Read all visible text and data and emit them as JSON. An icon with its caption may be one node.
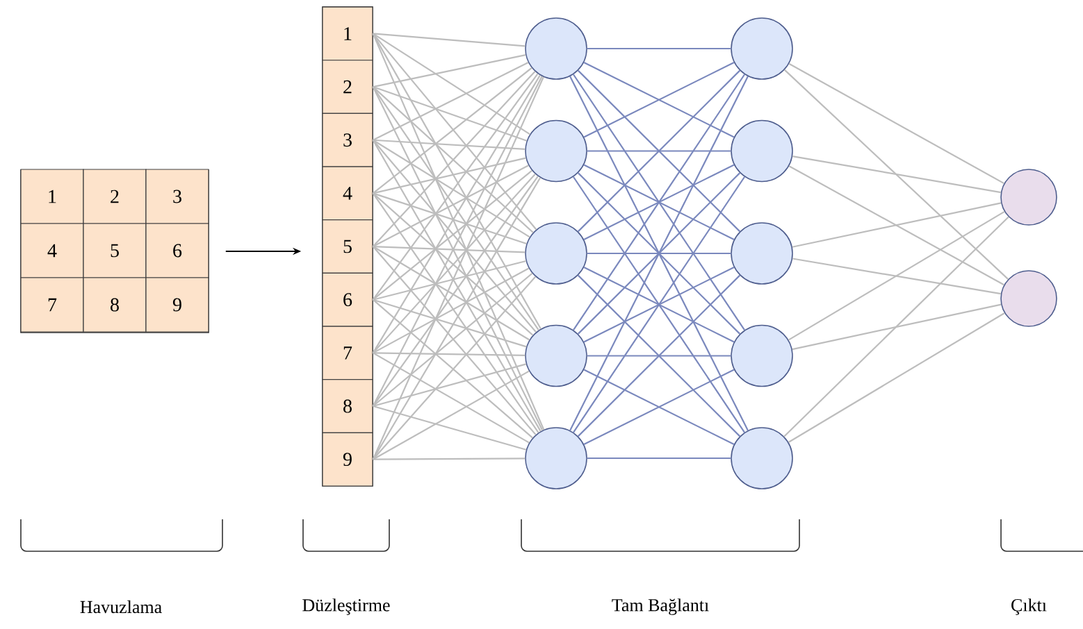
{
  "diagram": {
    "nodes": [
      {
        "text": [],
        "shape": "box"
      },
      {
        "text": [
          "1"
        ],
        "in": 0
      },
      {
        "text": [
          "2"
        ],
        "in": 0
      },
      {
        "text": [
          "3"
        ],
        "in": 0
      },
      {
        "text": [
          "4"
        ],
        "in": 0
      },
      {
        "text": [
          "5"
        ],
        "in": 0
      },
      {
        "text": [
          "6"
        ],
        "in": 0
      },
      {
        "text": [
          "7"
        ],
        "in": 0
      },
      {
        "text": [
          "8"
        ],
        "in": 0
      },
      {
        "text": [
          "9"
        ],
        "in": 0
      },
      {
        "text": [],
        "shape": "bar"
      },
      {
        "text": [
          "1"
        ],
        "in": 10
      },
      {
        "text": [
          "2"
        ],
        "in": 10
      },
      {
        "text": [
          "3"
        ],
        "in": 10
      },
      {
        "text": [
          "4"
        ],
        "in": 10
      },
      {
        "text": [
          "5"
        ],
        "in": 10
      },
      {
        "text": [
          "6"
        ],
        "in": 10
      },
      {
        "text": [
          "7"
        ],
        "in": 10
      },
      {
        "text": [
          "8"
        ],
        "in": 10
      },
      {
        "text": [
          "9"
        ],
        "in": 10
      },
      {
        "text": [],
        "shape": "circle"
      },
      {
        "text": [],
        "shape": "circle"
      },
      {
        "text": [],
        "shape": "circle"
      },
      {
        "text": [],
        "shape": "circle"
      },
      {
        "text": [],
        "shape": "circle"
      },
      {
        "text": [],
        "shape": "circle"
      },
      {
        "text": [],
        "shape": "circle"
      },
      {
        "text": [],
        "shape": "circle"
      },
      {
        "text": [],
        "shape": "circle"
      },
      {
        "text": [],
        "shape": "circle"
      },
      {
        "text": [],
        "shape": "circle"
      },
      {
        "text": [],
        "shape": "circle"
      }
    ],
    "edges": [
      {
        "from": 0,
        "to": 10,
        "arrow": "to",
        "color": "#000000"
      },
      {
        "from": 11,
        "to": 20,
        "arrow": "none"
      },
      {
        "from": 11,
        "to": 21,
        "arrow": "none"
      },
      {
        "from": 11,
        "to": 22,
        "arrow": "none"
      },
      {
        "from": 11,
        "to": 23,
        "arrow": "none"
      },
      {
        "from": 11,
        "to": 24,
        "arrow": "none"
      },
      {
        "from": 12,
        "to": 20,
        "arrow": "none"
      },
      {
        "from": 12,
        "to": 21,
        "arrow": "none"
      },
      {
        "from": 12,
        "to": 22,
        "arrow": "none"
      },
      {
        "from": 12,
        "to": 23,
        "arrow": "none"
      },
      {
        "from": 12,
        "to": 24,
        "arrow": "none"
      },
      {
        "from": 13,
        "to": 20,
        "arrow": "none"
      },
      {
        "from": 13,
        "to": 21,
        "arrow": "none"
      },
      {
        "from": 13,
        "to": 22,
        "arrow": "none"
      },
      {
        "from": 13,
        "to": 23,
        "arrow": "none"
      },
      {
        "from": 13,
        "to": 24,
        "arrow": "none"
      },
      {
        "from": 14,
        "to": 20,
        "arrow": "none"
      },
      {
        "from": 14,
        "to": 21,
        "arrow": "none"
      },
      {
        "from": 14,
        "to": 22,
        "arrow": "none"
      },
      {
        "from": 14,
        "to": 23,
        "arrow": "none"
      },
      {
        "from": 14,
        "to": 24,
        "arrow": "none"
      },
      {
        "from": 15,
        "to": 20,
        "arrow": "none"
      },
      {
        "from": 15,
        "to": 21,
        "arrow": "none"
      },
      {
        "from": 15,
        "to": 22,
        "arrow": "none"
      },
      {
        "from": 15,
        "to": 23,
        "arrow": "none"
      },
      {
        "from": 15,
        "to": 24,
        "arrow": "none"
      },
      {
        "from": 16,
        "to": 20,
        "arrow": "none"
      },
      {
        "from": 16,
        "to": 21,
        "arrow": "none"
      },
      {
        "from": 16,
        "to": 22,
        "arrow": "none"
      },
      {
        "from": 16,
        "to": 23,
        "arrow": "none"
      },
      {
        "from": 16,
        "to": 24,
        "arrow": "none"
      },
      {
        "from": 17,
        "to": 20,
        "arrow": "none"
      },
      {
        "from": 17,
        "to": 21,
        "arrow": "none"
      },
      {
        "from": 17,
        "to": 22,
        "arrow": "none"
      },
      {
        "from": 17,
        "to": 23,
        "arrow": "none"
      },
      {
        "from": 17,
        "to": 24,
        "arrow": "none"
      },
      {
        "from": 18,
        "to": 20,
        "arrow": "none"
      },
      {
        "from": 18,
        "to": 21,
        "arrow": "none"
      },
      {
        "from": 18,
        "to": 22,
        "arrow": "none"
      },
      {
        "from": 18,
        "to": 23,
        "arrow": "none"
      },
      {
        "from": 18,
        "to": 24,
        "arrow": "none"
      },
      {
        "from": 19,
        "to": 20,
        "arrow": "none"
      },
      {
        "from": 19,
        "to": 21,
        "arrow": "none"
      },
      {
        "from": 19,
        "to": 22,
        "arrow": "none"
      },
      {
        "from": 19,
        "to": 23,
        "arrow": "none"
      },
      {
        "from": 19,
        "to": 24,
        "arrow": "none"
      },
      {
        "from": 20,
        "to": 25,
        "arrow": "none",
        "color": "#7a88bd"
      },
      {
        "from": 20,
        "to": 26,
        "arrow": "none",
        "color": "#7a88bd"
      },
      {
        "from": 20,
        "to": 27,
        "arrow": "none",
        "color": "#7a88bd"
      },
      {
        "from": 20,
        "to": 28,
        "arrow": "none",
        "color": "#7a88bd"
      },
      {
        "from": 20,
        "to": 29,
        "arrow": "none",
        "color": "#7a88bd"
      },
      {
        "from": 21,
        "to": 25,
        "arrow": "none",
        "color": "#7a88bd"
      },
      {
        "from": 21,
        "to": 26,
        "arrow": "none",
        "color": "#7a88bd"
      },
      {
        "from": 21,
        "to": 27,
        "arrow": "none",
        "color": "#7a88bd"
      },
      {
        "from": 21,
        "to": 28,
        "arrow": "none",
        "color": "#7a88bd"
      },
      {
        "from": 21,
        "to": 29,
        "arrow": "none",
        "color": "#7a88bd"
      },
      {
        "from": 22,
        "to": 25,
        "arrow": "none",
        "color": "#7a88bd"
      },
      {
        "from": 22,
        "to": 26,
        "arrow": "none",
        "color": "#7a88bd"
      },
      {
        "from": 22,
        "to": 27,
        "arrow": "none",
        "color": "#7a88bd"
      },
      {
        "from": 22,
        "to": 28,
        "arrow": "none",
        "color": "#7a88bd"
      },
      {
        "from": 22,
        "to": 29,
        "arrow": "none",
        "color": "#7a88bd"
      },
      {
        "from": 23,
        "to": 25,
        "arrow": "none",
        "color": "#7a88bd"
      },
      {
        "from": 23,
        "to": 26,
        "arrow": "none",
        "color": "#7a88bd"
      },
      {
        "from": 23,
        "to": 27,
        "arrow": "none",
        "color": "#7a88bd"
      },
      {
        "from": 23,
        "to": 28,
        "arrow": "none",
        "color": "#7a88bd"
      },
      {
        "from": 23,
        "to": 29,
        "arrow": "none",
        "color": "#7a88bd"
      },
      {
        "from": 24,
        "to": 25,
        "arrow": "none",
        "color": "#7a88bd"
      },
      {
        "from": 24,
        "to": 26,
        "arrow": "none",
        "color": "#7a88bd"
      },
      {
        "from": 24,
        "to": 27,
        "arrow": "none",
        "color": "#7a88bd"
      },
      {
        "from": 24,
        "to": 28,
        "arrow": "none",
        "color": "#7a88bd"
      },
      {
        "from": 24,
        "to": 29,
        "arrow": "none",
        "color": "#7a88bd"
      },
      {
        "from": 25,
        "to": 30,
        "arrow": "none"
      },
      {
        "from": 25,
        "to": 31,
        "arrow": "none"
      },
      {
        "from": 26,
        "to": 30,
        "arrow": "none"
      },
      {
        "from": 26,
        "to": 31,
        "arrow": "none"
      },
      {
        "from": 27,
        "to": 30,
        "arrow": "none"
      },
      {
        "from": 27,
        "to": 31,
        "arrow": "none"
      },
      {
        "from": 28,
        "to": 30,
        "arrow": "none"
      },
      {
        "from": 28,
        "to": 31,
        "arrow": "none"
      },
      {
        "from": 29,
        "to": 30,
        "arrow": "none"
      },
      {
        "from": 29,
        "to": 31,
        "arrow": "none"
      }
    ],
    "labels": [
      "Havuzlama",
      "Düzleştirme",
      "Tam Bağlantı",
      "Çıktı"
    ]
  }
}
